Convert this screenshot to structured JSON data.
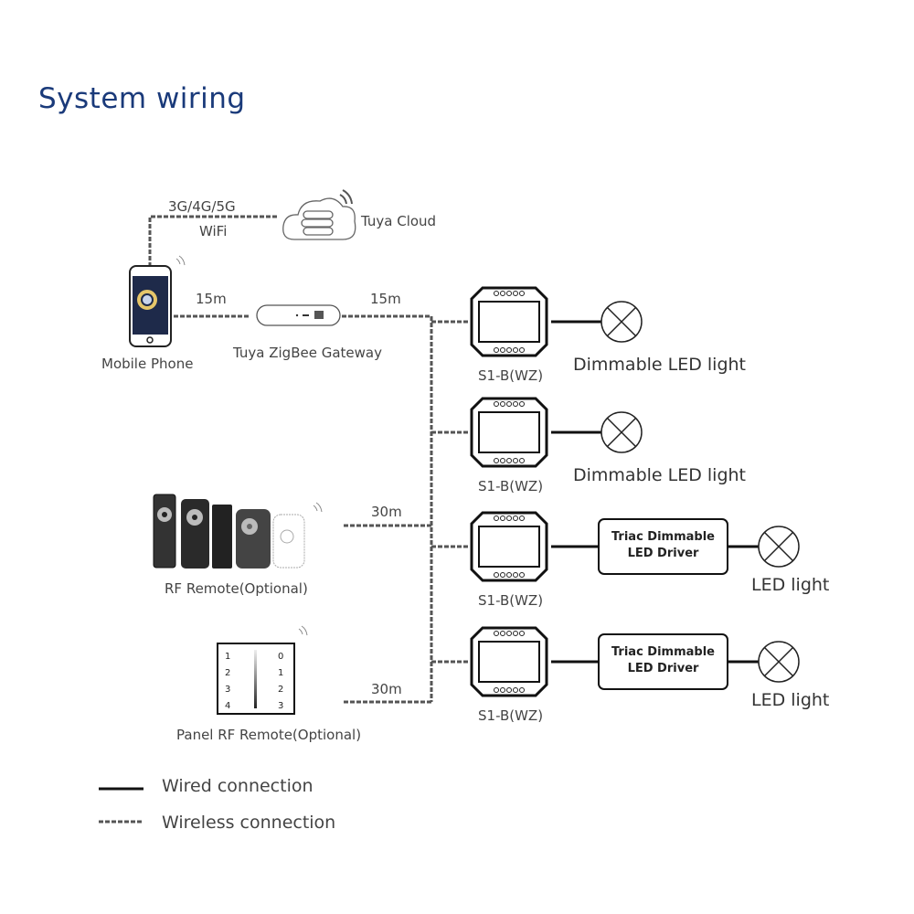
{
  "title": "System wiring",
  "network": {
    "cloud_link_label_1": "3G/4G/5G",
    "cloud_link_label_2": "WiFi",
    "cloud_label": "Tuya Cloud",
    "phone_label": "Mobile Phone",
    "gateway_label": "Tuya ZigBee Gateway",
    "phone_gateway_distance": "15m",
    "gateway_bus_distance": "15m",
    "rf_remote_label": "RF Remote(Optional)",
    "rf_remote_distance": "30m",
    "panel_remote_label": "Panel RF Remote(Optional)",
    "panel_remote_distance": "30m",
    "panel_keys_left": [
      "1",
      "2",
      "3",
      "4"
    ],
    "panel_keys_right": [
      "0",
      "1",
      "2",
      "3"
    ]
  },
  "modules": [
    {
      "model": "S1-B(WZ)",
      "load": "Dimmable LED light",
      "driver": null
    },
    {
      "model": "S1-B(WZ)",
      "load": "Dimmable LED light",
      "driver": null
    },
    {
      "model": "S1-B(WZ)",
      "load": "LED light",
      "driver": [
        "Triac Dimmable",
        "LED Driver"
      ]
    },
    {
      "model": "S1-B(WZ)",
      "load": "LED light",
      "driver": [
        "Triac Dimmable",
        "LED Driver"
      ]
    }
  ],
  "legend": {
    "wired": "Wired connection",
    "wireless": "Wireless connection"
  },
  "colors": {
    "title": "#1a3a7a",
    "line": "#111111",
    "dashed": "#555555"
  }
}
